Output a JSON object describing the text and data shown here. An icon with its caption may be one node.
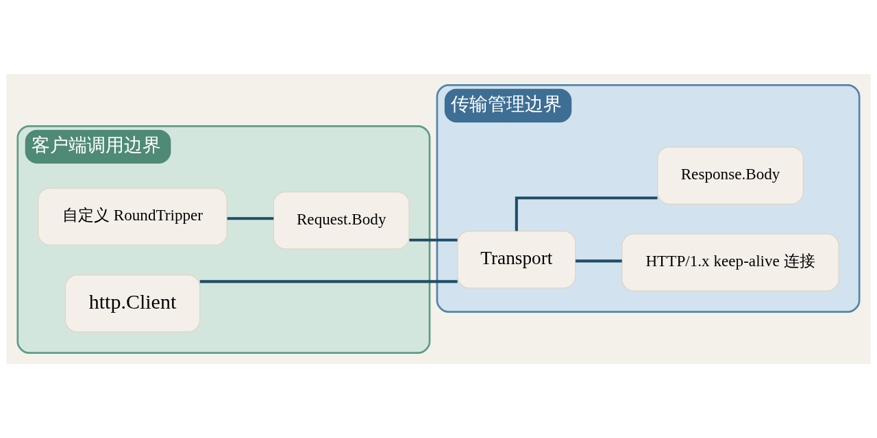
{
  "diagram": {
    "nodes": [
      {
        "text": [
          "客户端调用边界"
        ]
      },
      {
        "text": [
          "http.Client"
        ],
        "in": 0
      },
      {
        "text": [
          "自定义 RoundTripper"
        ],
        "in": 0
      },
      {
        "text": [
          "Request.Body"
        ],
        "in": 0
      },
      {
        "text": [
          "传输管理边界"
        ]
      },
      {
        "text": [
          "Transport"
        ],
        "in": 4
      },
      {
        "text": [
          "Response.Body"
        ],
        "in": 4
      },
      {
        "text": [
          "HTTP/1.x keep-alive 连接"
        ],
        "in": 4
      }
    ],
    "edges": [
      {
        "from": 1,
        "to": 5,
        "arrow": "none"
      },
      {
        "from": 2,
        "to": 3,
        "arrow": "none"
      },
      {
        "from": 3,
        "to": 5,
        "arrow": "none"
      },
      {
        "from": 5,
        "to": 6,
        "arrow": "none"
      },
      {
        "from": 5,
        "to": 7,
        "arrow": "none"
      }
    ]
  }
}
